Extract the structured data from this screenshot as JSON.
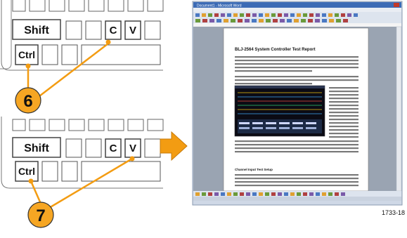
{
  "diagram": {
    "keyboard_top": {
      "keys": {
        "shift": "Shift",
        "ctrl": "Ctrl",
        "c": "C",
        "v": "V"
      },
      "step_number": "6"
    },
    "keyboard_bottom": {
      "keys": {
        "shift": "Shift",
        "ctrl": "Ctrl",
        "c": "C",
        "v": "V"
      },
      "step_number": "7"
    },
    "arrow": {
      "direction": "right"
    },
    "document_window": {
      "title_bar": "Document1 - Microsoft Word",
      "doc_title": "BLJ-2564 System Controller Test Report",
      "section_heading": "Channel Input Test Setup"
    },
    "figure_id": "1733-18"
  },
  "colors": {
    "callout_fill": "#f6a623",
    "leader_line": "#f39c12",
    "arrow": "#f39c12",
    "key_stroke": "#555555",
    "scope_bg": "#0b0b14",
    "word_chrome": "#cfd8e6"
  }
}
